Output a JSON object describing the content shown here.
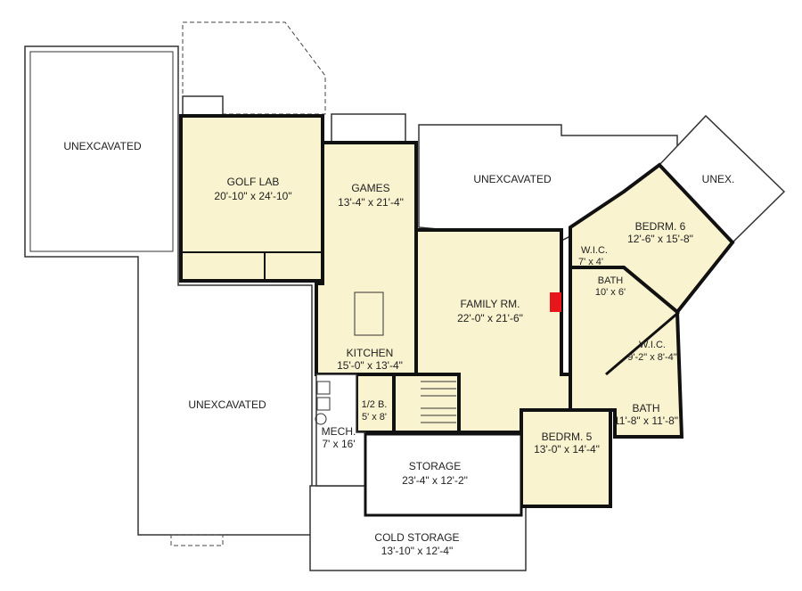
{
  "rooms": {
    "unexcavated_left_top": {
      "name": "UNEXCAVATED"
    },
    "unexcavated_left_bottom": {
      "name": "UNEXCAVATED"
    },
    "unexcavated_middle": {
      "name": "UNEXCAVATED"
    },
    "unex_right": {
      "name": "UNEX."
    },
    "golf_lab": {
      "name": "GOLF LAB",
      "size": "20'-10\" x 24'-10\""
    },
    "games": {
      "name": "GAMES",
      "size": "13'-4\" x 21'-4\""
    },
    "kitchen": {
      "name": "KITCHEN",
      "size": "15'-0\" x 13'-4\""
    },
    "family": {
      "name": "FAMILY RM.",
      "size": "22'-0\" x 21'-6\""
    },
    "bedroom6": {
      "name": "BEDRM. 6",
      "size": "12'-6\" x 15'-8\""
    },
    "wic_upper": {
      "name": "W.I.C.",
      "size": "7' x 4'"
    },
    "bath_upper": {
      "name": "BATH",
      "size": "10' x 6'"
    },
    "wic_lower": {
      "name": "W.I.C.",
      "size": "9'-2\" x 8'-4\""
    },
    "bath_lower": {
      "name": "BATH",
      "size": "11'-8\" x 11'-8\""
    },
    "half_bath": {
      "name": "1/2 B.",
      "size": "5' x 8'"
    },
    "mech": {
      "name": "MECH.",
      "size": "7' x 16'"
    },
    "storage": {
      "name": "STORAGE",
      "size": "23'-4\" x 12'-2\""
    },
    "bedroom5": {
      "name": "BEDRM. 5",
      "size": "13'-0\" x 14'-4\""
    },
    "cold_storage": {
      "name": "COLD STORAGE",
      "size": "13'-10\" x 12'-4\""
    }
  },
  "colors": {
    "room_fill": "#faf3cf",
    "fireplace": "#e8161b",
    "wall": "#111111"
  }
}
